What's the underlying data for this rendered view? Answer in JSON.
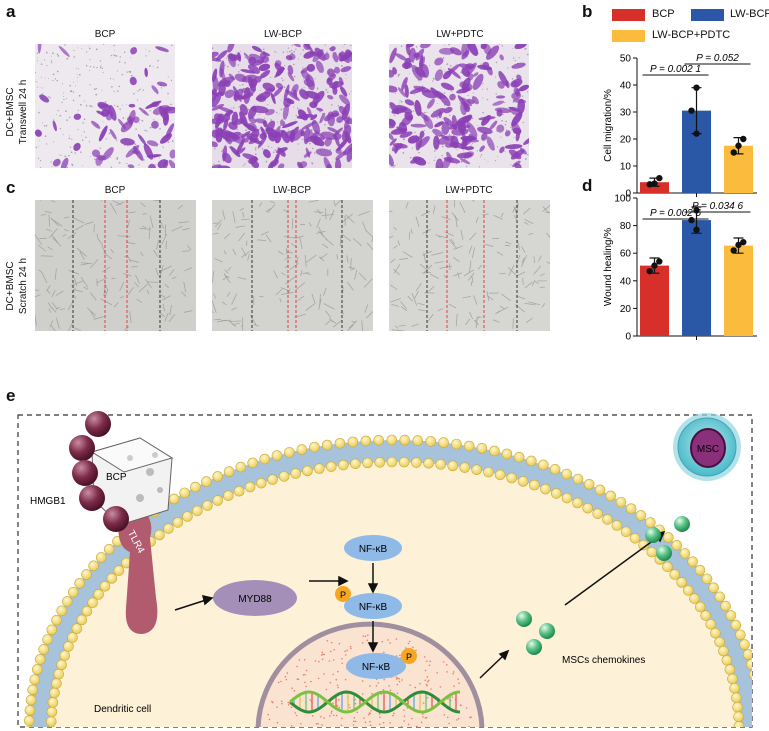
{
  "panels": {
    "a": "a",
    "b": "b",
    "c": "c",
    "d": "d",
    "e": "e"
  },
  "groups": [
    "BCP",
    "LW-BCP",
    "LW+PDTC"
  ],
  "row_a_label": [
    "DC+BMSC",
    "Transwell 24 h"
  ],
  "row_c_label": [
    "DC+BMSC",
    "Scratch 24 h"
  ],
  "legend": [
    "BCP",
    "LW-BCP",
    "LW-BCP+PDTC"
  ],
  "colors": {
    "bcp": "#d7302a",
    "lwbcp": "#2b58a6",
    "pdtc": "#fbbc3d",
    "stain": "#8a3fb5"
  },
  "chart_data": [
    {
      "type": "bar",
      "categories": [
        "BCP",
        "LW-BCP",
        "LW-BCP+PDTC"
      ],
      "values": [
        4,
        30.5,
        17.5
      ],
      "errors": [
        1.5,
        8.5,
        3
      ],
      "points": [
        [
          3.2,
          3.5,
          5.5
        ],
        [
          22,
          30.5,
          39
        ],
        [
          15,
          17.5,
          20
        ]
      ],
      "ylabel": "Cell migration/%",
      "ylim": [
        0,
        50
      ],
      "yticks": [
        0,
        10,
        20,
        30,
        40,
        50
      ],
      "annotations": [
        {
          "text": "P = 0.002 1",
          "from": 0,
          "to": 1
        },
        {
          "text": "P = 0.052",
          "from": 1,
          "to": 2
        }
      ]
    },
    {
      "type": "bar",
      "categories": [
        "BCP",
        "LW-BCP",
        "LW-BCP+PDTC"
      ],
      "values": [
        51,
        84,
        65.5
      ],
      "errors": [
        5.5,
        9.5,
        5.5
      ],
      "points": [
        [
          47,
          51,
          54
        ],
        [
          77,
          84,
          91
        ],
        [
          62,
          66,
          68
        ]
      ],
      "ylabel": "Wound healing/%",
      "ylim": [
        0,
        100
      ],
      "yticks": [
        0,
        20,
        40,
        60,
        80,
        100
      ],
      "annotations": [
        {
          "text": "P = 0.002 6",
          "from": 0,
          "to": 1
        },
        {
          "text": "P = 0.034 6",
          "from": 1,
          "to": 2
        }
      ]
    }
  ],
  "schematic": {
    "hmgb1": "HMGB1",
    "bcp": "BCP",
    "tlr4": "TLR4",
    "myd88": "MYD88",
    "nfkb": "NF-κB",
    "p": "P",
    "msc": "MSC",
    "chemokines": "MSCs chemokines",
    "dendritic_cell": "Dendritic cell"
  }
}
